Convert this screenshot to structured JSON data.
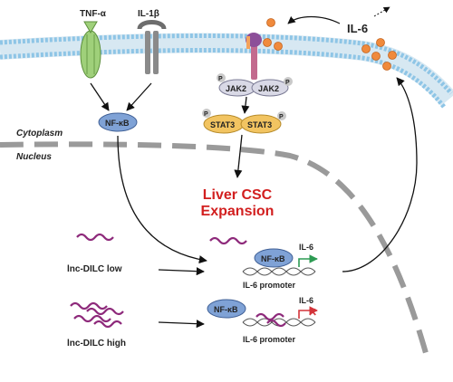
{
  "labels": {
    "tnf": "TNF-α",
    "il1b": "IL-1β",
    "il6_top": "IL-6",
    "jak2_left": "JAK2",
    "jak2_right": "JAK2",
    "phospho": "P",
    "stat3_left": "STAT3",
    "stat3_right": "STAT3",
    "nfkb": "NF-κB",
    "cytoplasm": "Cytoplasm",
    "nucleus": "Nucleus",
    "outcome_line1": "Liver CSC",
    "outcome_line2": "Expansion",
    "lnc_low": "lnc-DILC low",
    "lnc_high": "lnc-DILC high",
    "il6_gene": "IL-6",
    "il6_promoter": "IL-6 promoter",
    "cross_mark": "✕"
  },
  "colors": {
    "membrane_head": "#8ec5e6",
    "membrane_tail": "#d7e8f2",
    "receptor_green": "#9fd07a",
    "receptor_gray": "#8a8a8a",
    "jak_receptor": "#c36a8e",
    "nfkb_fill": "#7fa2d6",
    "stat3_fill": "#f2c461",
    "phospho_fill": "#c9c9c9",
    "il6_ligand": "#f08a3c",
    "lnc_rna": "#8e2a7b",
    "outcome_text": "#d21f1f",
    "arrow_green": "#2d9b53",
    "arrow_red": "#d3343a",
    "nucleus_dash": "#9a9a9a"
  }
}
